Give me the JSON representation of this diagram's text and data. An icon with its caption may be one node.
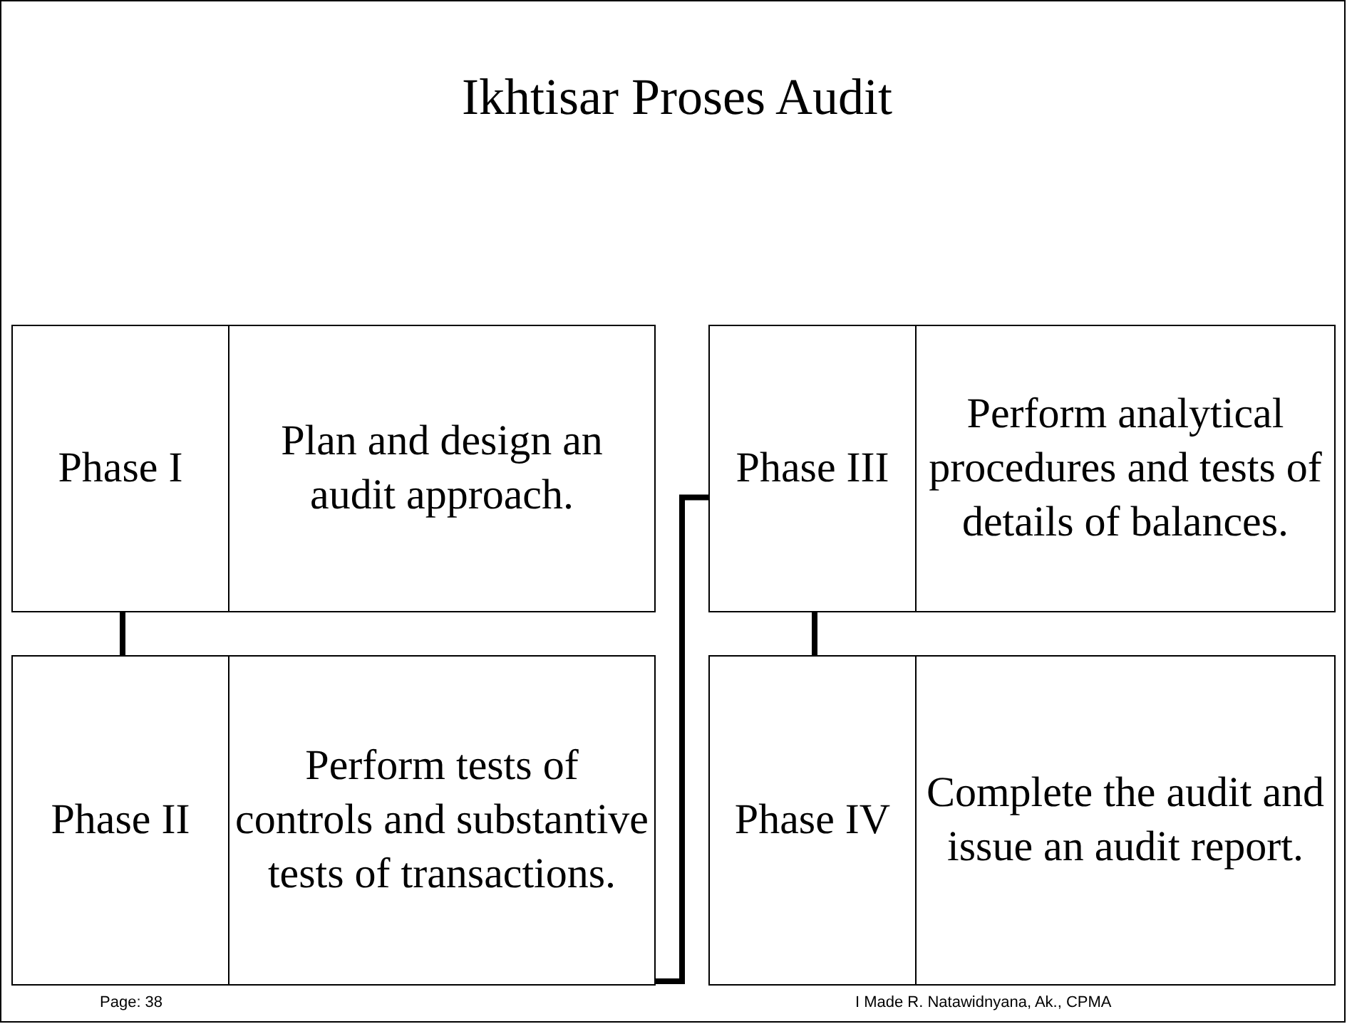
{
  "diagram": {
    "title": "Ikhtisar Proses Audit",
    "nodes": [
      {
        "text": [
          "Phase I",
          "Plan and design an audit approach."
        ]
      },
      {
        "text": [
          "Phase II",
          "Perform tests of controls and substantive tests of transactions."
        ]
      },
      {
        "text": [
          "Phase III",
          "Perform analytical procedures and tests of details of balances."
        ]
      },
      {
        "text": [
          "Phase IV",
          "Complete the audit and issue an audit report."
        ]
      }
    ],
    "edges": [
      {
        "from": 0,
        "to": 1,
        "arrow": "none"
      },
      {
        "from": 1,
        "to": 2,
        "arrow": "none"
      },
      {
        "from": 2,
        "to": 3,
        "arrow": "none"
      }
    ],
    "labels": [
      "Page: 38",
      "I Made R. Natawidnyana, Ak., CPMA"
    ]
  }
}
